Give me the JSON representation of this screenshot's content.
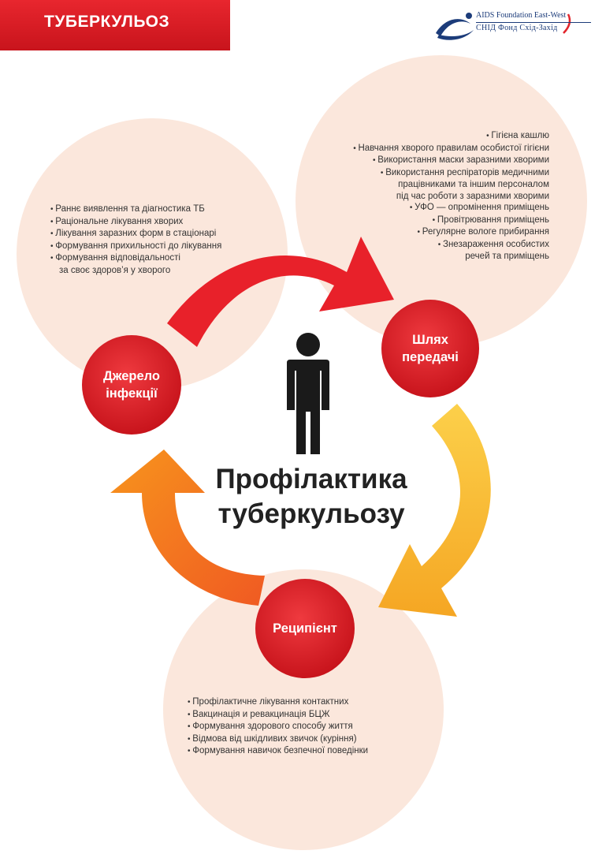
{
  "header": {
    "title": "ТУБЕРКУЛЬОЗ"
  },
  "logo": {
    "line_en": "AIDS Foundation East-West",
    "line_ua": "СНІД Фонд Схід-Захід"
  },
  "colors": {
    "brand_red": "#e2242b",
    "blob": "#fbe7dc",
    "arrow_red": "#e8212a",
    "arrow_yellow": "#f8b62a",
    "arrow_orange": "#f27a22"
  },
  "center": {
    "title_line1": "Профілактика",
    "title_line2": "туберкульозу",
    "icon": "person-icon"
  },
  "nodes": {
    "source": {
      "line1": "Джерело",
      "line2": "інфекції"
    },
    "transmission": {
      "line1": "Шлях",
      "line2": "передачі"
    },
    "recipient": {
      "line1": "Реципієнт"
    }
  },
  "lists": {
    "source": [
      "Раннє виявлення та діагностика ТБ",
      "Раціональне лікування хворих",
      "Лікування заразних форм в стаціонарі",
      "Формування прихильності до лікування",
      "Формування відповідальності",
      "за своє здоров’я у хворого"
    ],
    "transmission": [
      "Гігієна кашлю",
      "Навчання хворого правилам особистої гігієни",
      "Використання маски заразними хворими",
      "Використання респіраторів медичними",
      "працівниками та іншим персоналом",
      "під час роботи з заразними хворими",
      "УФО — опромінення приміщень",
      "Провітрювання приміщень",
      "Регулярне вологе прибирання",
      "Знезараження особистих",
      "речей та приміщень"
    ],
    "recipient": [
      "Профілактичне лікування контактних",
      "Вакцинація и ревакцинація БЦЖ",
      "Формування здорового способу життя",
      "Відмова від шкідливих звичок (куріння)",
      "Формування навичок безпечної поведінки"
    ]
  }
}
